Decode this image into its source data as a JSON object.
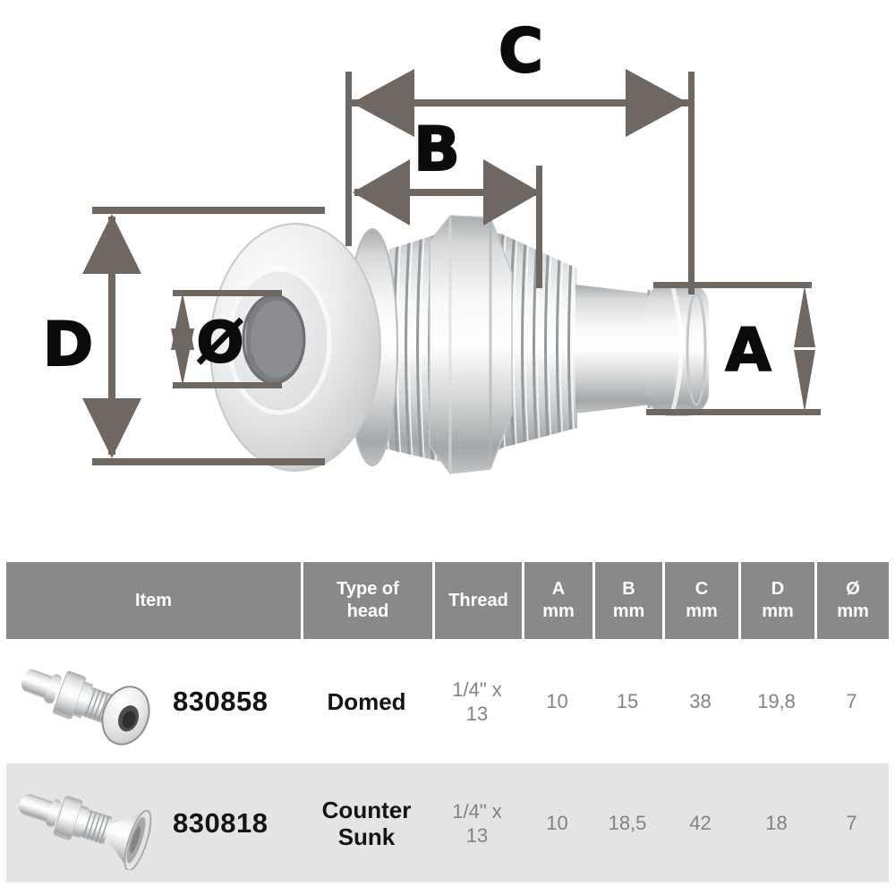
{
  "diagram": {
    "labels": {
      "a": "A",
      "b": "B",
      "c": "C",
      "d": "D",
      "diameter": "Ø"
    },
    "description": "thru-hull hose connector with dimension arrows"
  },
  "table": {
    "columns": [
      {
        "line1": "Item",
        "line2": ""
      },
      {
        "line1": "Type of",
        "line2": "head"
      },
      {
        "line1": "Thread",
        "line2": ""
      },
      {
        "line1": "A",
        "line2": "mm"
      },
      {
        "line1": "B",
        "line2": "mm"
      },
      {
        "line1": "C",
        "line2": "mm"
      },
      {
        "line1": "D",
        "line2": "mm"
      },
      {
        "line1": "Ø",
        "line2": "mm"
      }
    ],
    "rows": [
      {
        "item": "830858",
        "head": "Domed",
        "thread": "1/4\" x 13",
        "a_mm": "10",
        "b_mm": "15",
        "c_mm": "38",
        "d_mm": "19,8",
        "dia_mm": "7"
      },
      {
        "item": "830818",
        "head": "Counter Sunk",
        "thread": "1/4\" x 13",
        "a_mm": "10",
        "b_mm": "18,5",
        "c_mm": "42",
        "d_mm": "18",
        "dia_mm": "7"
      }
    ]
  },
  "colors": {
    "dimension_lines": "#6f6762",
    "dimension_label_text": "#0b0b0b",
    "table_header_bg": "#898989",
    "table_header_text": "#ffffff",
    "row_alt_bg": "#e4e4e4",
    "muted_value_text": "#818386"
  }
}
